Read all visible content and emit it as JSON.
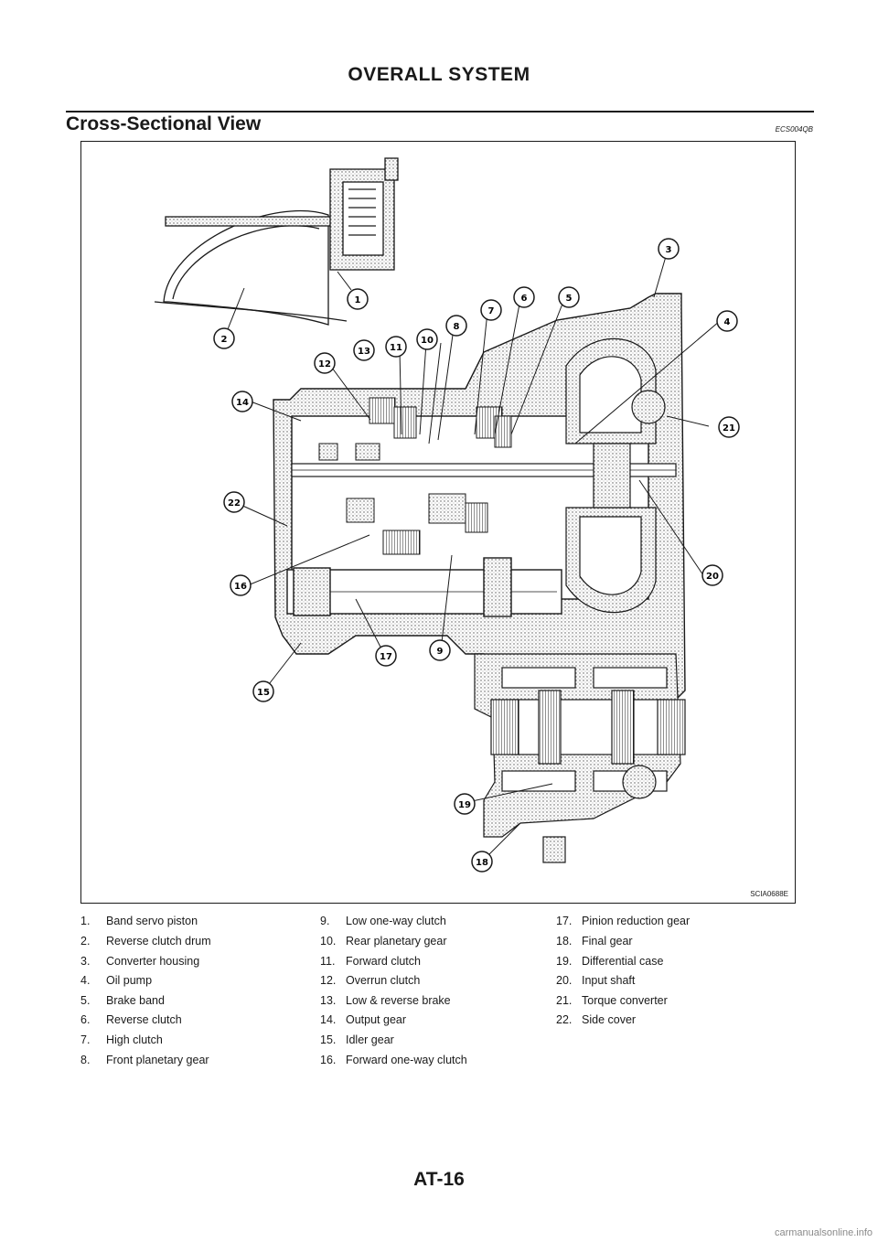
{
  "header": {
    "title": "OVERALL SYSTEM"
  },
  "section": {
    "title": "Cross-Sectional View",
    "code": "ECS004QB"
  },
  "figure": {
    "code": "SCIA0688E",
    "callouts": [
      "1",
      "2",
      "3",
      "4",
      "5",
      "6",
      "7",
      "8",
      "9",
      "10",
      "11",
      "12",
      "13",
      "14",
      "15",
      "16",
      "17",
      "18",
      "19",
      "20",
      "21",
      "22"
    ]
  },
  "legend": {
    "items": [
      {
        "num": "1.",
        "text": "Band servo piston"
      },
      {
        "num": "2.",
        "text": "Reverse clutch drum"
      },
      {
        "num": "3.",
        "text": "Converter housing"
      },
      {
        "num": "4.",
        "text": "Oil pump"
      },
      {
        "num": "5.",
        "text": "Brake band"
      },
      {
        "num": "6.",
        "text": "Reverse clutch"
      },
      {
        "num": "7.",
        "text": "High clutch"
      },
      {
        "num": "8.",
        "text": "Front planetary gear"
      },
      {
        "num": "9.",
        "text": "Low one-way clutch"
      },
      {
        "num": "10.",
        "text": "Rear planetary gear"
      },
      {
        "num": "11.",
        "text": "Forward clutch"
      },
      {
        "num": "12.",
        "text": "Overrun clutch"
      },
      {
        "num": "13.",
        "text": "Low & reverse brake"
      },
      {
        "num": "14.",
        "text": "Output gear"
      },
      {
        "num": "15.",
        "text": "Idler gear"
      },
      {
        "num": "16.",
        "text": "Forward one-way clutch"
      },
      {
        "num": "17.",
        "text": "Pinion reduction gear"
      },
      {
        "num": "18.",
        "text": "Final gear"
      },
      {
        "num": "19.",
        "text": "Differential case"
      },
      {
        "num": "20.",
        "text": "Input shaft"
      },
      {
        "num": "21.",
        "text": "Torque converter"
      },
      {
        "num": "22.",
        "text": "Side cover"
      }
    ]
  },
  "footer": {
    "page": "AT-16"
  },
  "watermark": "carmanualsonline.info"
}
